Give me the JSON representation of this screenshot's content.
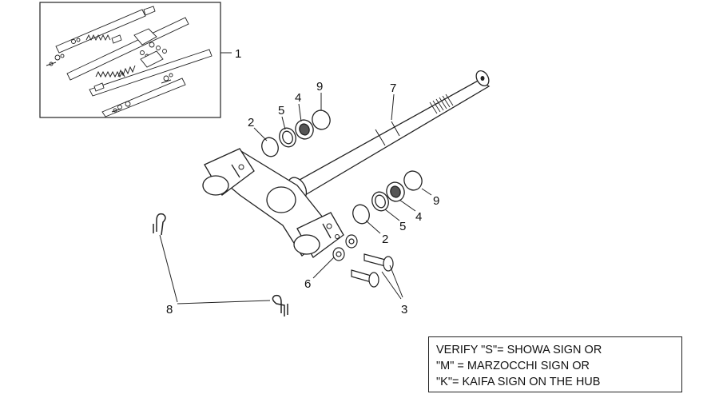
{
  "callouts": {
    "c1": "1",
    "c2a": "2",
    "c2b": "2",
    "c3": "3",
    "c4a": "4",
    "c4b": "4",
    "c5a": "5",
    "c5b": "5",
    "c6": "6",
    "c7": "7",
    "c8": "8",
    "c9a": "9",
    "c9b": "9"
  },
  "note": {
    "line1": "VERIFY \"S\"= SHOWA SIGN OR",
    "line2": "\"M\" = MARZOCCHI SIGN OR",
    "line3": "\"K\"= KAIFA SIGN ON THE HUB"
  }
}
